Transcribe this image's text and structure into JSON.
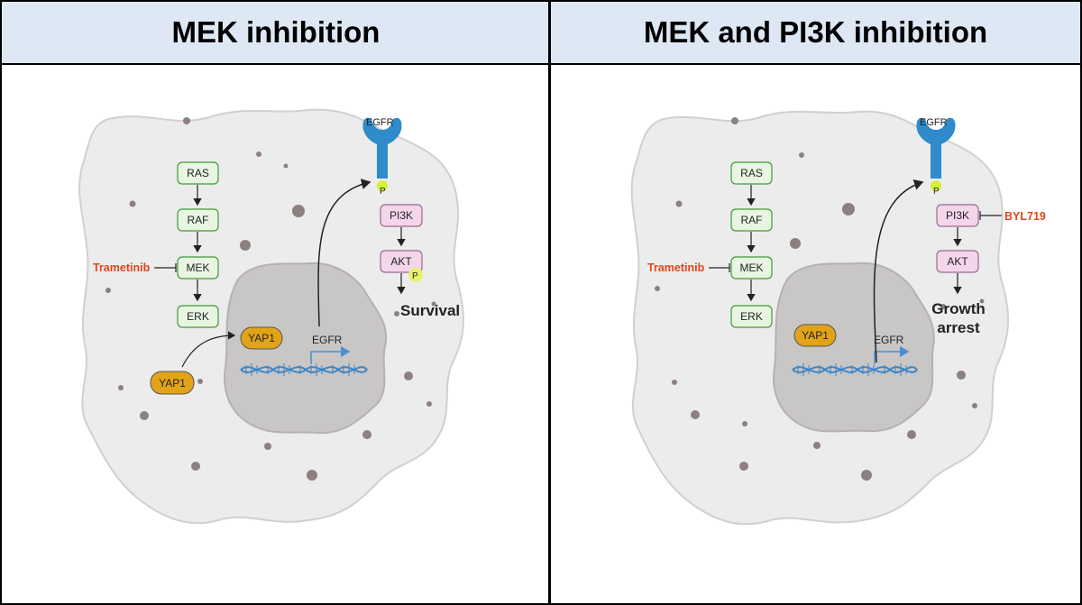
{
  "colors": {
    "header_bg": "#dde8f4",
    "cell_fill": "#ececec",
    "nucleus_fill": "#c9c6c6",
    "green_box_fill": "#e8f5e2",
    "green_box_stroke": "#3f9a3a",
    "pink_box_fill": "#f4d6ec",
    "pink_box_stroke": "#9a6a8e",
    "yap_fill": "#e2a319",
    "drug": "#e0461b",
    "egfr_receptor": "#2f8bc9",
    "phospho": "#d6ef3a"
  },
  "left": {
    "title": "MEK inhibition",
    "nodes": {
      "ras": "RAS",
      "raf": "RAF",
      "mek": "MEK",
      "erk": "ERK",
      "pi3k": "PI3K",
      "akt": "AKT"
    },
    "drug_mek": "Trametinib",
    "yap_cyto": "YAP1",
    "yap_nuc": "YAP1",
    "egfr_gene": "EGFR",
    "egfr_receptor": "EGFR",
    "phospho_receptor": "P",
    "phospho_akt": "P",
    "outcome": "Survival"
  },
  "right": {
    "title": "MEK and PI3K inhibition",
    "nodes": {
      "ras": "RAS",
      "raf": "RAF",
      "mek": "MEK",
      "erk": "ERK",
      "pi3k": "PI3K",
      "akt": "AKT"
    },
    "drug_mek": "Trametinib",
    "drug_pi3k": "BYL719",
    "yap_nuc": "YAP1",
    "egfr_gene": "EGFR",
    "egfr_receptor": "EGFR",
    "phospho_receptor": "P",
    "outcome_line1": "Growth",
    "outcome_line2": "arrest"
  }
}
